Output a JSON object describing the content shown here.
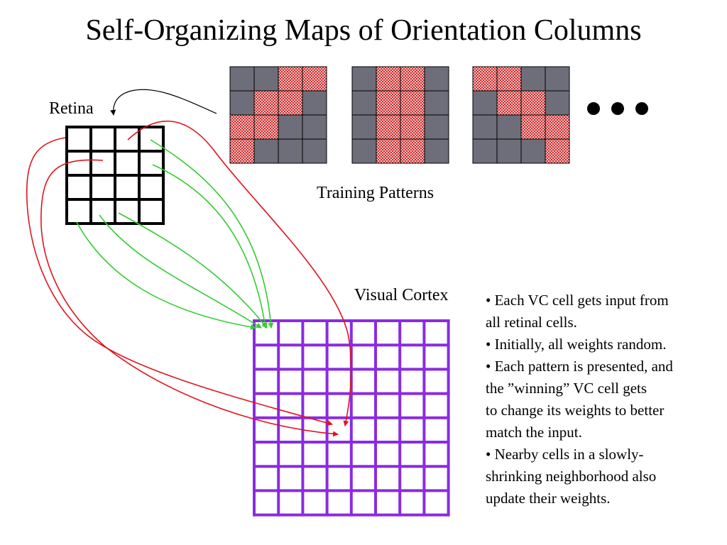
{
  "slide": {
    "title": "Self-Organizing Maps of Orientation Columns"
  },
  "labels": {
    "retina": "Retina",
    "training_patterns": "Training Patterns",
    "visual_cortex": "Visual Cortex"
  },
  "training_patterns": [
    {
      "grid": [
        [
          0,
          0,
          1,
          1
        ],
        [
          0,
          1,
          1,
          0
        ],
        [
          1,
          1,
          0,
          0
        ],
        [
          1,
          0,
          0,
          0
        ]
      ]
    },
    {
      "grid": [
        [
          0,
          1,
          1,
          0
        ],
        [
          0,
          1,
          1,
          0
        ],
        [
          0,
          1,
          1,
          0
        ],
        [
          0,
          1,
          1,
          0
        ]
      ]
    },
    {
      "grid": [
        [
          1,
          1,
          0,
          0
        ],
        [
          0,
          1,
          1,
          0
        ],
        [
          0,
          0,
          1,
          1
        ],
        [
          0,
          0,
          0,
          1
        ]
      ]
    }
  ],
  "notes": [
    "• Each VC cell gets input from",
    "all retinal cells.",
    "• Initially, all weights random.",
    "•  Each pattern is presented, and",
    "the ”winning” VC cell gets",
    "to change its weights to better",
    "match the input.",
    "• Nearby cells in a slowly-",
    "shrinking neighborhood also",
    "update their weights."
  ],
  "colors": {
    "pattern_off": "#6d6e7a",
    "pattern_on": "#f2c6c6",
    "pattern_on_dots": "#d02828",
    "retina_grid": "#000000",
    "cortex_grid": "#8a2be2",
    "green_connections": "#33cc33",
    "red_connections": "#e0141e"
  }
}
